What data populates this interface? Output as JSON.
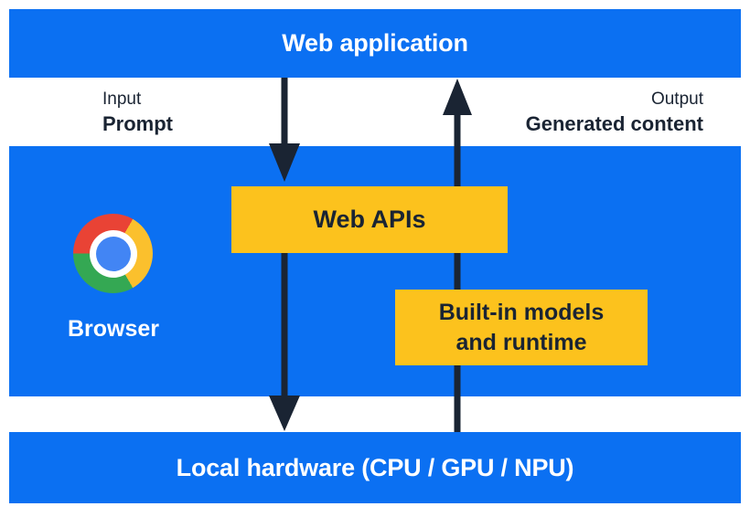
{
  "colors": {
    "blue": "#0b70f2",
    "yellow": "#fcc21d",
    "dark": "#1a2433",
    "white": "#ffffff",
    "chrome-red": "#e94335",
    "chrome-yellow": "#fbc02d",
    "chrome-green": "#34a853",
    "chrome-blue": "#4285f4"
  },
  "top_bar": {
    "label": "Web application"
  },
  "io_labels": {
    "input_title": "Input",
    "input_value": "Prompt",
    "output_title": "Output",
    "output_value": "Generated content"
  },
  "browser": {
    "label": "Browser",
    "icon": "chrome-logo"
  },
  "boxes": {
    "web_apis": {
      "label": "Web APIs"
    },
    "builtin_models": {
      "line1": "Built-in models",
      "line2": "and runtime"
    }
  },
  "bottom_bar": {
    "label": "Local hardware (CPU / GPU / NPU)"
  }
}
